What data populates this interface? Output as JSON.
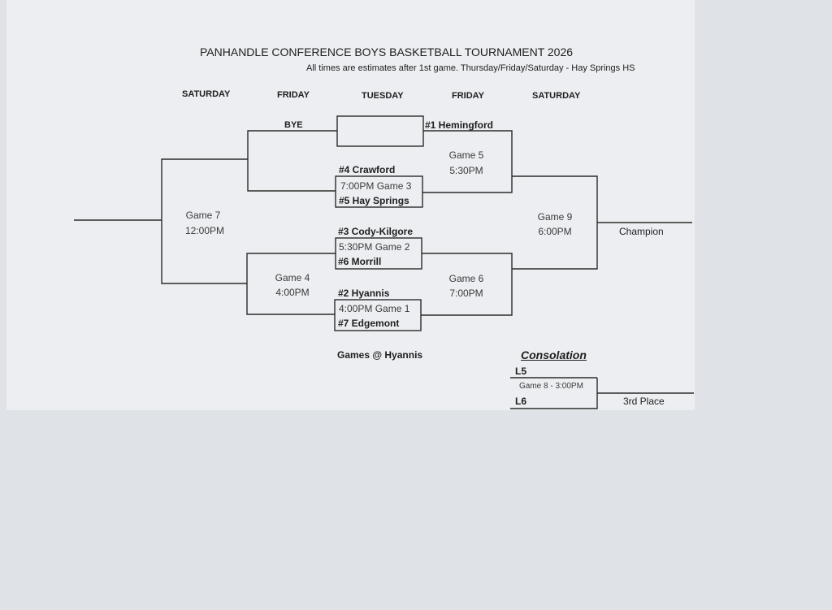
{
  "header": {
    "title": "PANHANDLE CONFERENCE BOYS BASKETBALL TOURNAMENT 2026",
    "subtitle": "All times are estimates after 1st game.   Thursday/Friday/Saturday - Hay Springs HS"
  },
  "days": [
    "SATURDAY",
    "FRIDAY",
    "TUESDAY",
    "FRIDAY",
    "SATURDAY"
  ],
  "teams": {
    "bye": "BYE",
    "hemingford": "#1 Hemingford",
    "crawford": "#4 Crawford",
    "hay_springs": "#5 Hay Springs",
    "cody_kilgore": "#3 Cody-Kilgore",
    "morrill": "#6 Morrill",
    "hyannis": "#2 Hyannis",
    "edgemont": "#7 Edgemont"
  },
  "games": {
    "game1": "4:00PM Game 1",
    "game2": "5:30PM  Game 2",
    "game3": "7:00PM Game 3",
    "game4": {
      "label": "Game 4",
      "time": "4:00PM"
    },
    "game5": {
      "label": "Game 5",
      "time": "5:30PM"
    },
    "game6": {
      "label": "Game 6",
      "time": "7:00PM"
    },
    "game7": {
      "label": "Game 7",
      "time": "12:00PM"
    },
    "game9": {
      "label": "Game 9",
      "time": "6:00PM"
    }
  },
  "champion": "Champion",
  "venue_note": "Games @ Hyannis",
  "consolation": {
    "title": "Consolation",
    "l5": "L5",
    "l6": "L6",
    "game8": "Game 8 - 3:00PM",
    "third_place": "3rd Place"
  }
}
